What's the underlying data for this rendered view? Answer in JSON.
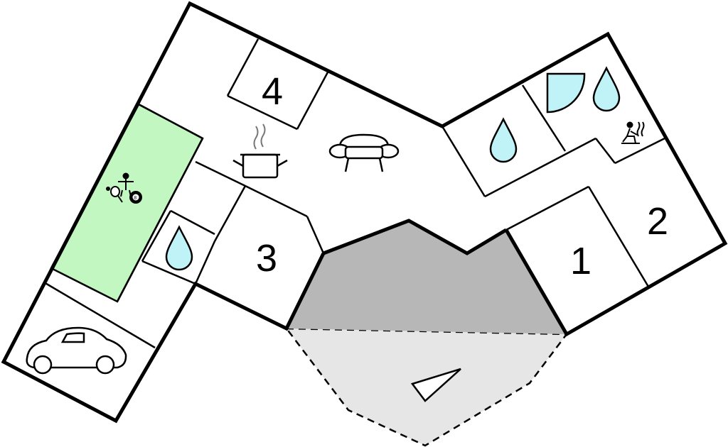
{
  "floorplan": {
    "room_numbers": [
      "1",
      "2",
      "3",
      "4"
    ],
    "colors": {
      "wall": "#000000",
      "background": "#ffffff",
      "activity_room": "#c3f7c2",
      "covered_terrace": "#b7b7b7",
      "open_terrace": "#e6e6e6",
      "water": "#c0f3f7"
    },
    "icons": [
      "car-icon",
      "table-tennis-icon",
      "foosball-icon",
      "billiard-ball-icon",
      "bathroom-drop-icon",
      "kitchen-pot-icon",
      "sofa-icon",
      "shower-icon",
      "sauna-icon",
      "terrace-direction-icon"
    ],
    "billiard_label": "8"
  }
}
